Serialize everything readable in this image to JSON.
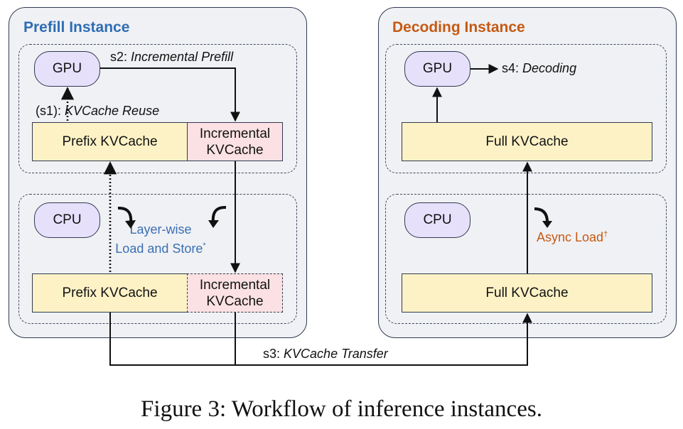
{
  "prefill": {
    "title": "Prefill Instance",
    "gpu": "GPU",
    "cpu": "CPU",
    "prefix_gpu": "Prefix KVCache",
    "incremental_gpu": "Incremental KVCache",
    "prefix_cpu": "Prefix KVCache",
    "incremental_cpu": "Incremental KVCache",
    "s1_step": "(s1):",
    "s1_name": "KVCache Reuse",
    "s2_step": "s2:",
    "s2_name": "Incremental Prefill",
    "layer_wise_line1": "Layer-wise",
    "layer_wise_line2": "Load and Store",
    "layer_wise_mark": "*"
  },
  "decoding": {
    "title": "Decoding Instance",
    "gpu": "GPU",
    "cpu": "CPU",
    "full_gpu": "Full KVCache",
    "full_cpu": "Full KVCache",
    "s4_step": "s4:",
    "s4_name": "Decoding",
    "async_load": "Async Load",
    "async_mark": "†"
  },
  "transfer": {
    "s3_step": "s3:",
    "s3_name": "KVCache Transfer"
  },
  "caption": "Figure 3: Workflow of inference instances.",
  "colors": {
    "prefill_title": "#2e6db4",
    "decoding_title": "#c55a14",
    "cache_fill": "#fdf2c6",
    "incremental_fill": "#fbe1e3",
    "device_fill": "#e6e0fb",
    "annotation_blue": "#3a6fb5",
    "annotation_orange": "#c55a14"
  }
}
